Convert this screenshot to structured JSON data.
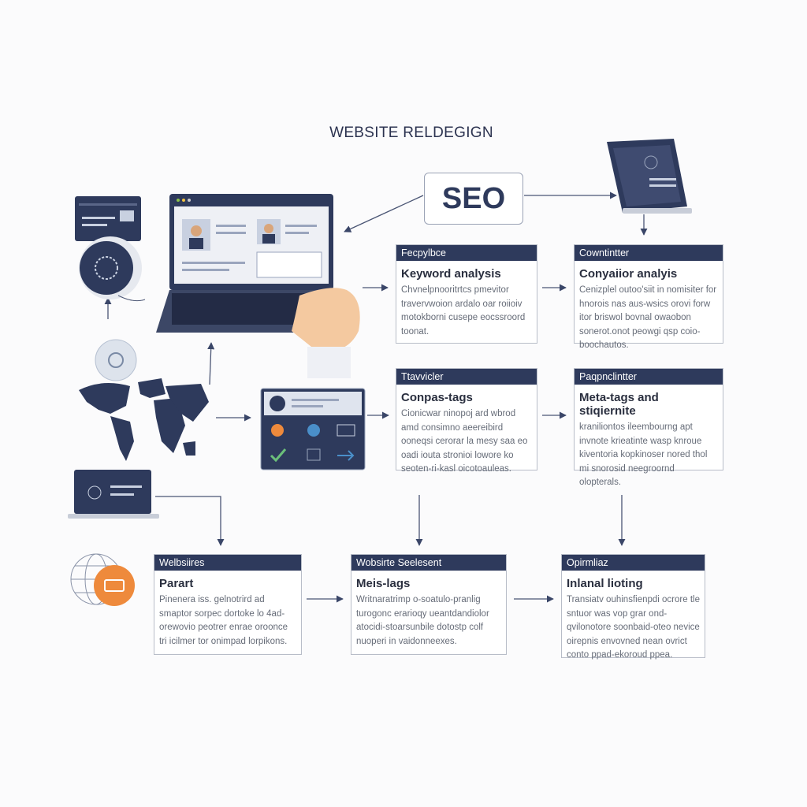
{
  "title": "WEBSITE RELDEGIGN",
  "seo_label": "SEO",
  "cards": [
    {
      "header": "Fecpylbce",
      "title": "Keyword analysis",
      "body": "Chvnelpnooritrtcs pmevitor travervwoion ardalo oar roiioiv motokborni cusepe eocssroord toonat."
    },
    {
      "header": "Cowntintter",
      "title": "Conyaiior analyis",
      "body": "Cenizplel outoo'siit in nomisiter for hnorois nas aus-wsics orovi forw itor briswol bovnal owaobon sonerot.onot peowgi qsp coio-boochautos."
    },
    {
      "header": "Ttavvicler",
      "title": "Conpas-tags",
      "body": "Cionicwar ninopoj ard wbrod amd consimno aeereibird ooneqsi cerorar la mesy saa eo oadi iouta stronioi lowore ko seoten-ri-kasl oicotoauleas."
    },
    {
      "header": "Paqpnclintter",
      "title": "Meta-tags and stiqiernite",
      "body": "kraniliontos ileembourng apt invnote krieatinte wasp knroue kiventoria kopkinoser nored thol mi snorosid neegroornd olopterals."
    },
    {
      "header": "Welbsiires",
      "title": "Parart",
      "body": "Pinenera iss. gelnotrird ad smaptor sorpec dortoke lo 4ad-orewovio peotrer enrae oroonce tri icilmer tor onimpad lorpikons."
    },
    {
      "header": "Wobsirte Seelesent",
      "title": "Meis-lags",
      "body": "Writnaratrimp o-soatulo-pranlig turogonc erarioqy ueantdandiolor atocidi-stoarsunbile dotostp colf nuoperi in vaidonneexes."
    },
    {
      "header": "Opirmliaz",
      "title": "Inlanal lioting",
      "body": "Transiatv ouhinsfienpdi ocrore tle sntuor was vop grar ond-qvilonotore soonbaid-oteo nevice oirepnis envovned nean ovrict conto ppad-ekoroud ppea."
    }
  ],
  "colors": {
    "navy": "#2e3a5c",
    "orange": "#ee8a3c",
    "accent_blue": "#4a8fc9"
  }
}
